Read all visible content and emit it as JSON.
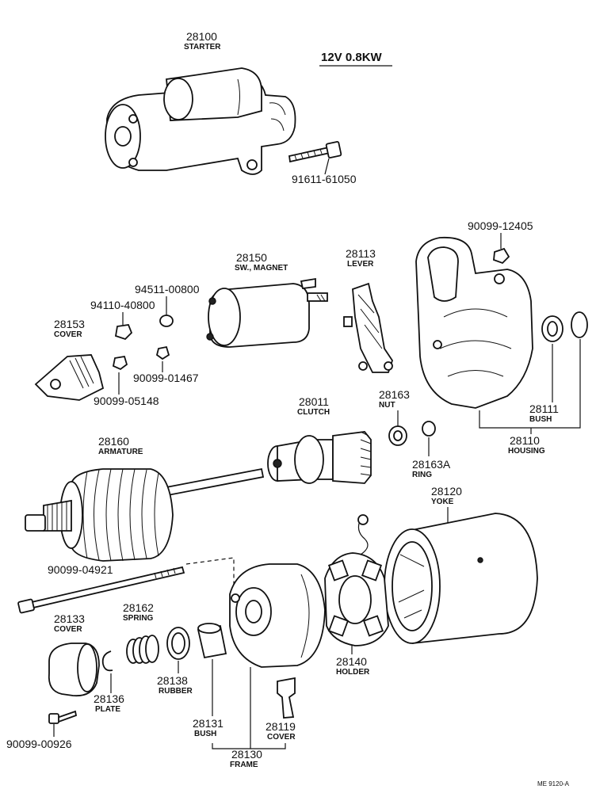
{
  "diagram": {
    "spec": "12V 0.8KW",
    "footer_code": "ME 9120-A",
    "parts": {
      "p28100": {
        "number": "28100",
        "name": "STARTER"
      },
      "p91611": {
        "number": "91611-61050"
      },
      "p28150": {
        "number": "28150",
        "name": "SW., MAGNET"
      },
      "p94511": {
        "number": "94511-00800"
      },
      "p94110": {
        "number": "94110-40800"
      },
      "p28153": {
        "number": "28153",
        "name": "COVER"
      },
      "p90099_01467": {
        "number": "90099-01467"
      },
      "p90099_05148": {
        "number": "90099-05148"
      },
      "p28113": {
        "number": "28113",
        "name": "LEVER"
      },
      "p90099_12405": {
        "number": "90099-12405"
      },
      "p28011": {
        "number": "28011",
        "name": "CLUTCH"
      },
      "p28163": {
        "number": "28163",
        "name": "NUT"
      },
      "p28163A": {
        "number": "28163A",
        "name": "RING"
      },
      "p28111": {
        "number": "28111",
        "name": "BUSH"
      },
      "p28110": {
        "number": "28110",
        "name": "HOUSING"
      },
      "p28160": {
        "number": "28160",
        "name": "ARMATURE"
      },
      "p28120": {
        "number": "28120",
        "name": "YOKE"
      },
      "p90099_04921": {
        "number": "90099-04921"
      },
      "p28133": {
        "number": "28133",
        "name": "COVER"
      },
      "p28162": {
        "number": "28162",
        "name": "SPRING"
      },
      "p28138": {
        "number": "28138",
        "name": "RUBBER"
      },
      "p28136": {
        "number": "28136",
        "name": "PLATE"
      },
      "p28140": {
        "number": "28140",
        "name": "HOLDER"
      },
      "p28131": {
        "number": "28131",
        "name": "BUSH"
      },
      "p28119": {
        "number": "28119",
        "name": "COVER"
      },
      "p28130": {
        "number": "28130",
        "name": "FRAME"
      },
      "p90099_00926": {
        "number": "90099-00926"
      }
    }
  }
}
